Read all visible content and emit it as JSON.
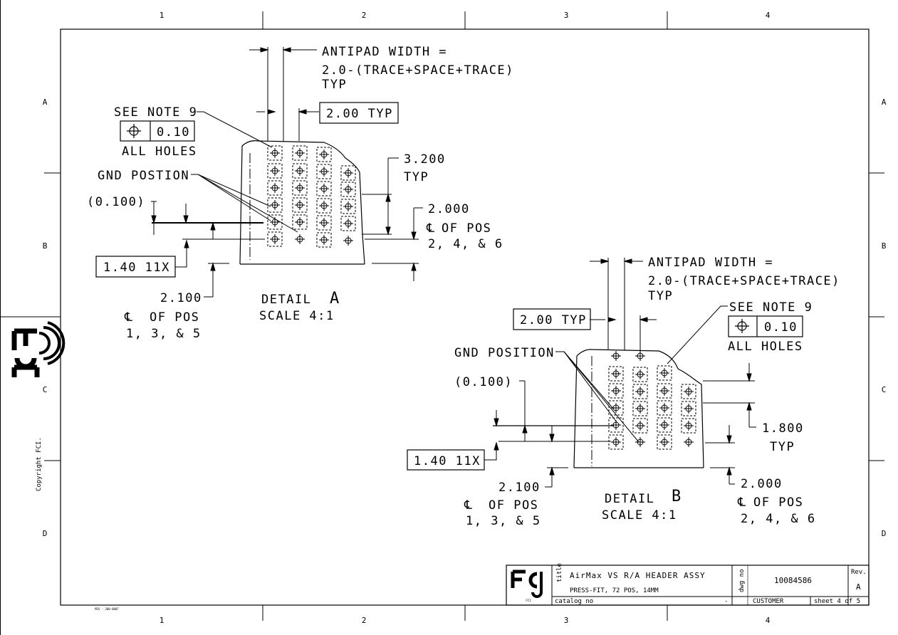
{
  "border": {
    "columns": [
      "1",
      "2",
      "3",
      "4"
    ],
    "rows": [
      "A",
      "B",
      "C",
      "D"
    ],
    "copyright": "Copyright FCI.",
    "form_code": "PDS - 200-0007"
  },
  "logo": {
    "text": "FCI"
  },
  "detail_a": {
    "antipad_line1": "ANTIPAD WIDTH =",
    "antipad_line2": "2.0-(TRACE+SPACE+TRACE)",
    "antipad_line3": "TYP",
    "pitch": "2.00 TYP",
    "see_note": "SEE NOTE 9",
    "tol_value": "0.10",
    "all_holes": "ALL HOLES",
    "gnd": "GND POSTION",
    "ref_dim": "(0.100)",
    "hole_dia": "1.40 11X",
    "dim_3200": "3.200",
    "dim_3200_typ": "TYP",
    "dim_2000": "2.000",
    "cl_pos_even": "OF POS",
    "pos_even": "2, 4, & 6",
    "dim_2100": "2.100",
    "cl_pos_odd": "OF POS",
    "pos_odd": "1, 3, & 5",
    "title": "DETAIL",
    "letter": "A",
    "scale": "SCALE  4:1"
  },
  "detail_b": {
    "antipad_line1": "ANTIPAD WIDTH =",
    "antipad_line2": "2.0-(TRACE+SPACE+TRACE)",
    "antipad_line3": "TYP",
    "pitch": "2.00 TYP",
    "see_note": "SEE NOTE 9",
    "tol_value": "0.10",
    "all_holes": "ALL HOLES",
    "gnd": "GND POSITION",
    "ref_dim": "(0.100)",
    "hole_dia": "1.40 11X",
    "dim_1800": "1.800",
    "dim_1800_typ": "TYP",
    "dim_2100": "2.100",
    "cl_pos_odd": "OF POS",
    "pos_odd": "1, 3, & 5",
    "dim_2000": "2.000",
    "cl_pos_even": "OF POS",
    "pos_even": "2, 4, & 6",
    "title": "DETAIL",
    "letter": "B",
    "scale": "SCALE  4:1"
  },
  "title_block": {
    "title_label": "title",
    "title_line1": "AirMax VS R/A HEADER ASSY",
    "title_line2": "PRESS-FIT, 72 POS, 14MM",
    "dwg_label": "dwg no",
    "dwg_no": "10084586",
    "rev_label": "Rev.",
    "rev": "A",
    "catalog_label": "catalog no",
    "catalog_value": "-",
    "customer": "CUSTOMER",
    "sheet": "sheet 4 of 5"
  }
}
